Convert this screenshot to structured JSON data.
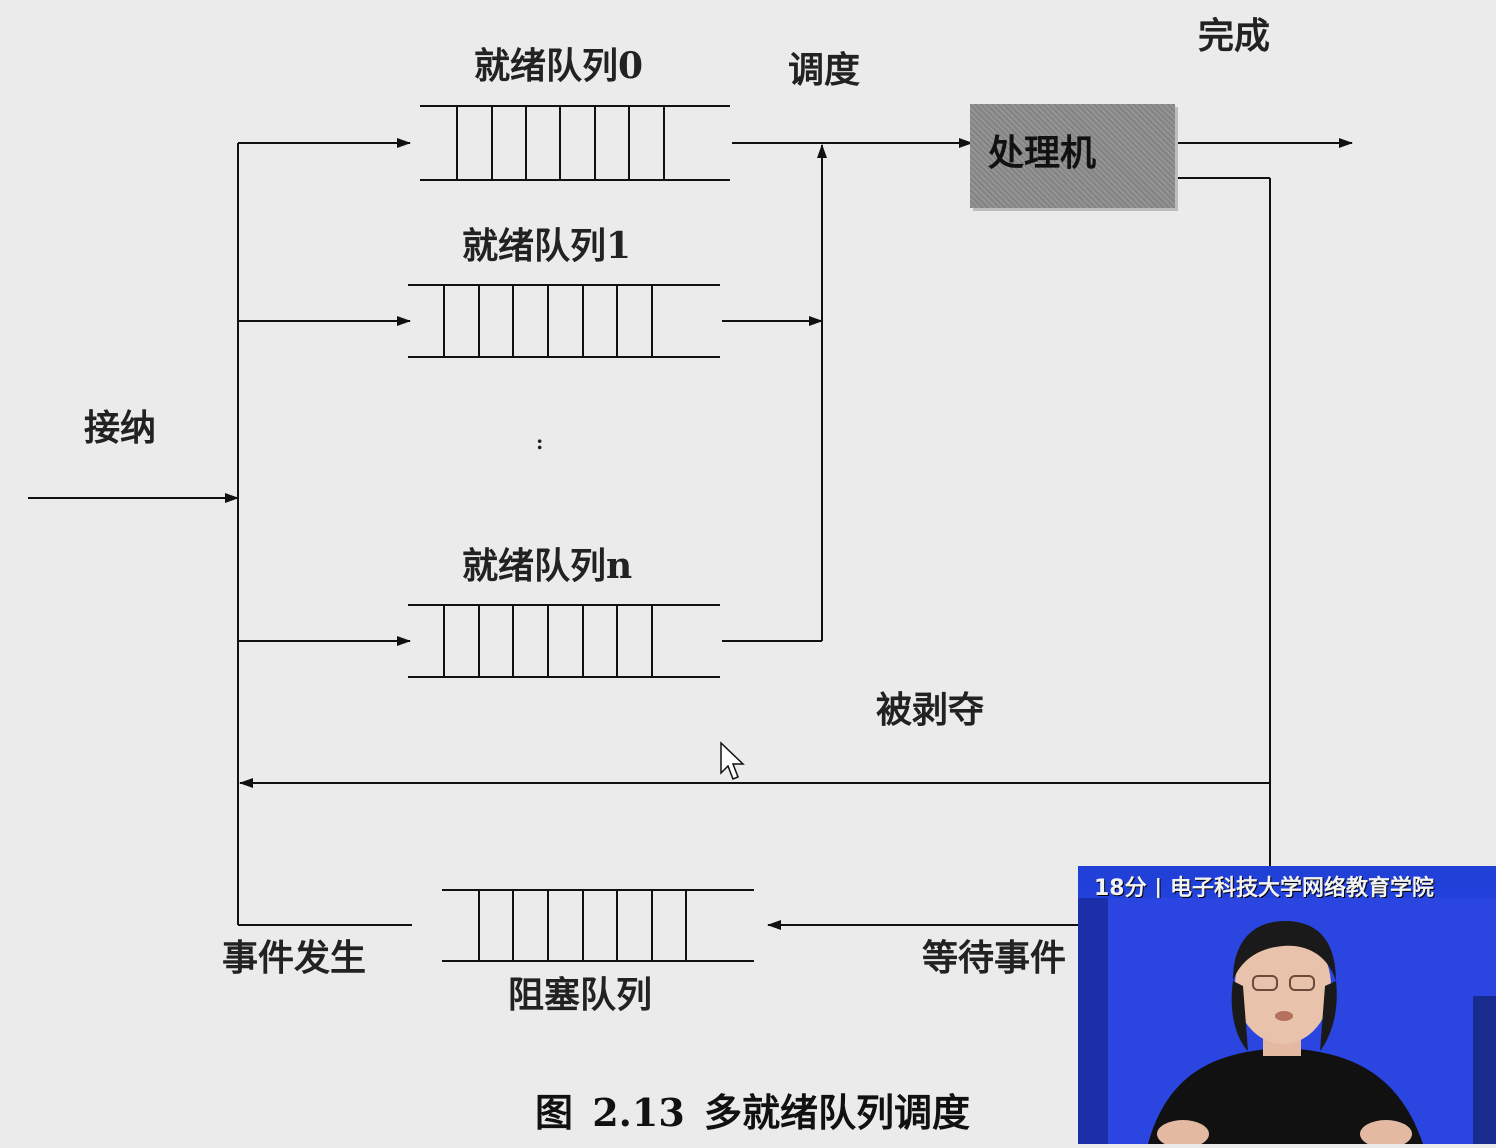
{
  "diagram": {
    "queue0_label": "就绪队列0",
    "queue1_label": "就绪队列1",
    "queuen_label": "就绪队列n",
    "ellipsis": ":",
    "schedule_label": "调度",
    "complete_label": "完成",
    "processor_label": "处理机",
    "admit_label": "接纳",
    "preempted_label": "被剥夺",
    "event_occurs_label": "事件发生",
    "wait_event_label": "等待事件",
    "blocked_queue_label": "阻塞队列"
  },
  "figure": {
    "caption": "图 2.13  多就绪队列调度"
  },
  "video_overlay": {
    "caption": "18分 | 电子科技大学网络教育学院",
    "background_color": "#2848e8"
  }
}
